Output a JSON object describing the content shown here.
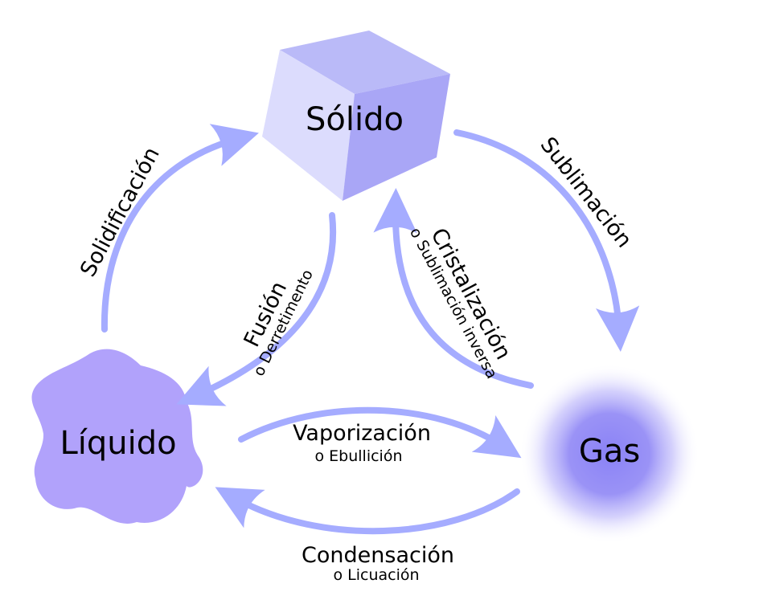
{
  "states": {
    "solid": "Sólido",
    "liquid": "Líquido",
    "gas": "Gas"
  },
  "processes": {
    "solidification": {
      "label": "Solidificación"
    },
    "sublimation": {
      "label": "Sublimación"
    },
    "fusion": {
      "label": "Fusión",
      "sub": "o Derretimento"
    },
    "crystallization": {
      "label": "Cristalización",
      "sub": "o Sublimación inversa"
    },
    "vaporization": {
      "label": "Vaporización",
      "sub": "o Ebullición"
    },
    "condensation": {
      "label": "Condensación",
      "sub": "o Licuación"
    }
  },
  "colors": {
    "arrow": "#a5acff",
    "cube_top": "#babaf8",
    "cube_left": "#dcdcfd",
    "cube_right": "#a9a6f6",
    "liquid": "#b1a2fb",
    "gas_core": "#8a82f5"
  }
}
